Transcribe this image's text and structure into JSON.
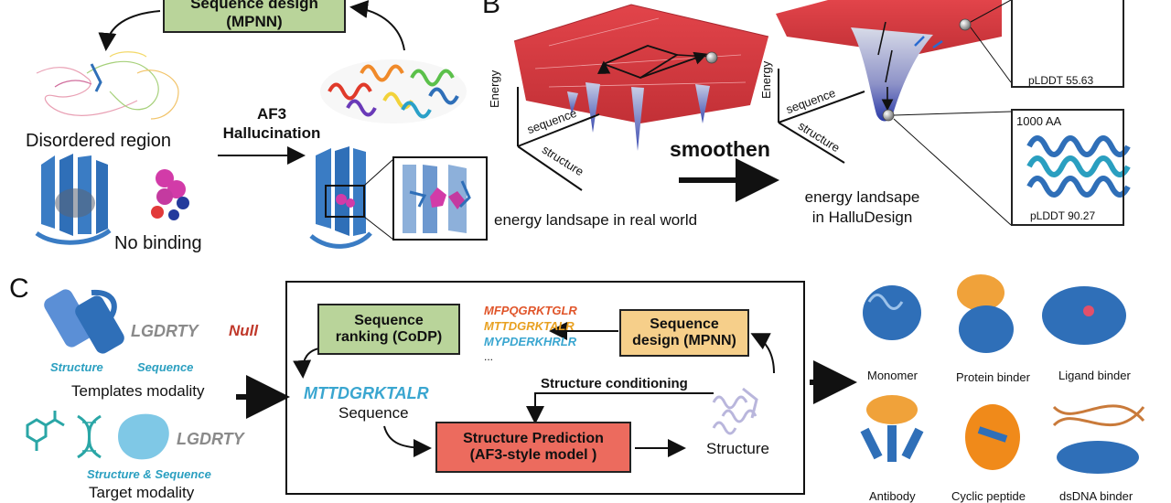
{
  "panel_a": {
    "seq_design": "Sequence design\n(MPNN)",
    "seq_design_line1": "Sequence design",
    "seq_design_line2": "(MPNN)",
    "disordered": "Disordered region",
    "af3_line1": "AF3",
    "af3_line2": "Hallucination",
    "no_binding": "No binding"
  },
  "panel_b": {
    "letter": "B",
    "energy1": "Energy",
    "sequence1": "sequence",
    "structure1": "structure",
    "real_world": "energy landsape in real world",
    "smoothen": "smoothen",
    "energy2": "Energy",
    "sequence2": "sequence",
    "structure2": "structure",
    "hallu_line1": "energy landsape",
    "hallu_line2": "in HalluDesign",
    "plddt1": "pLDDT 55.63",
    "aa_label": "1000 AA",
    "plddt2": "pLDDT 90.27"
  },
  "panel_c": {
    "letter": "C",
    "template_seq": "LGDRTY",
    "null": "Null",
    "structure_cap": "Structure",
    "sequence_cap": "Sequence",
    "templates_modality": "Templates modality",
    "target_seq": "LGDRTY",
    "struct_seq_cap": "Structure & Sequence",
    "target_modality": "Target modality",
    "ranking_line1": "Sequence",
    "ranking_line2": "ranking (CoDP)",
    "seq1": "MFPQGRKTGLR",
    "seq2": "MTTDGRKTALR",
    "seq3": "MYPDERKHRLR",
    "ellipsis": "...",
    "design_line1": "Sequence",
    "design_line2": "design (MPNN)",
    "selected_seq": "MTTDGRKTALR",
    "sequence_label": "Sequence",
    "struct_cond": "Structure conditioning",
    "pred_line1": "Structure Prediction",
    "pred_line2": "(AF3-style model )",
    "structure_label": "Structure",
    "out_monomer": "Monomer",
    "out_protein_binder": "Protein binder",
    "out_ligand_binder": "Ligand binder",
    "out_antibody": "Antibody",
    "out_cyclic": "Cyclic peptide",
    "out_dsdna": "dsDNA binder"
  },
  "colors": {
    "seq1": "#e0552a",
    "seq2": "#e8a020",
    "seq3": "#3aa6d0",
    "selected_seq": "#3aa6d0",
    "null": "#c0392b",
    "caption_teal": "#2a9fc0",
    "green_box": "#b9d49a",
    "orange_box": "#f6cf8a",
    "red_box": "#ec6b5e",
    "protein_blue": "#2f6fb8"
  }
}
